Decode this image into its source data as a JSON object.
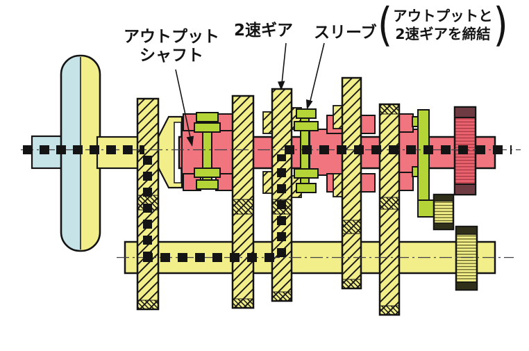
{
  "diagram": {
    "kind": "manual-transmission-cross-section",
    "labels": {
      "output_shaft_line1": "アウトプット",
      "output_shaft_line2": "シャフト",
      "second_gear": "2速ギア",
      "sleeve": "スリーブ",
      "note_line1": "アウトプットと",
      "note_line2": "2速ギアを締結",
      "paren_open": "(",
      "paren_close": ")"
    },
    "palette": {
      "yellow": "#F2EE8A",
      "blue": "#C6E3E7",
      "pink": "#F0757F",
      "green": "#B5D437",
      "red": "#E8636E",
      "red_stripe": "#A93844",
      "red_cap": "#6F3B43",
      "olive_stripe": "#5D5D22",
      "dark_cap": "#30301A",
      "ink": "#141414",
      "centerline": "#3F3F46"
    }
  }
}
